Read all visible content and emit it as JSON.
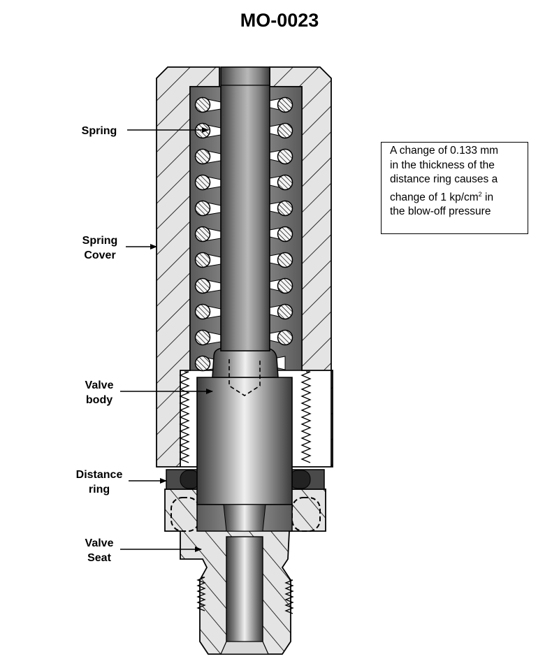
{
  "title": "MO-0023",
  "labels": {
    "spring": "Spring",
    "spring_cover": [
      "Spring",
      "Cover"
    ],
    "valve_body": [
      "Valve",
      "body"
    ],
    "distance_ring": [
      "Distance",
      "ring"
    ],
    "valve_seat": [
      "Valve",
      "Seat"
    ]
  },
  "note": {
    "line1": "A change of 0.133 mm",
    "line2": "in the thickness of the",
    "line3": "distance ring causes a",
    "line4_pre": "change of 1 kp/cm",
    "line4_sup": "2",
    "line4_post": " in",
    "line5": "the blow-off pressure"
  },
  "colors": {
    "hatch_fill": "#e4e4e4",
    "outline": "#000000",
    "metal_dark": "#555555",
    "metal_light": "#eeeeee",
    "ring": "#3a3a3a"
  }
}
